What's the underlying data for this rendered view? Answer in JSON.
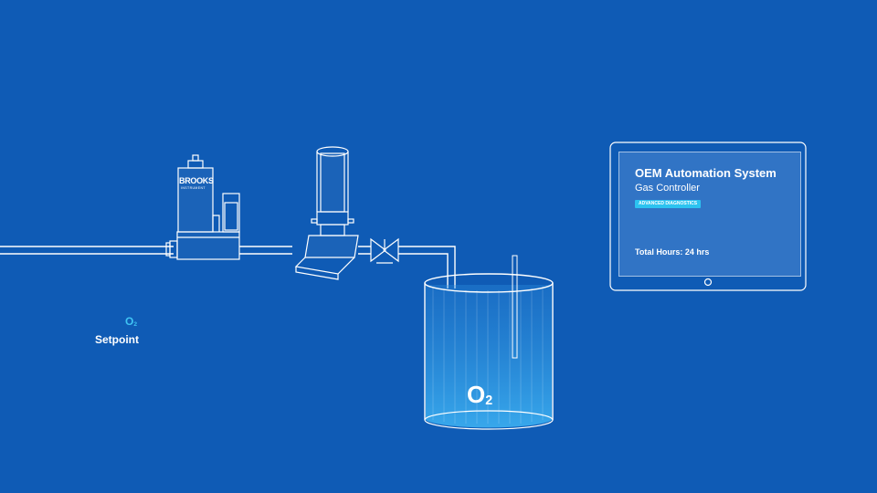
{
  "labels": {
    "o2_indicator": "O",
    "o2_indicator_sub": "2",
    "setpoint": "Setpoint",
    "tank_gas": "O",
    "tank_gas_sub": "2"
  },
  "controller": {
    "brand": "BROOKS",
    "brand_sub": "INSTRUMENT"
  },
  "tablet": {
    "title": "OEM Automation System",
    "subtitle": "Gas Controller",
    "badge": "ADVANCED DIAGNOSTICS",
    "total_hours": "Total Hours: 24 hrs"
  },
  "colors": {
    "background": "#0f5bb5",
    "line": "#ffffff",
    "accent": "#3fc4f4",
    "badge": "#2cc3f0"
  },
  "icons": [
    "mass-flow-controller-icon",
    "flow-meter-icon",
    "valve-icon",
    "tank-icon",
    "tablet-icon"
  ]
}
